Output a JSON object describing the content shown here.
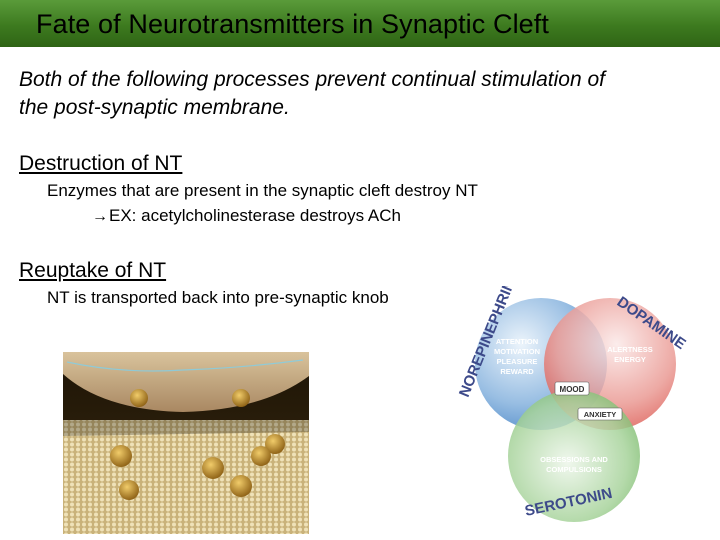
{
  "slide": {
    "title": "Fate of Neurotransmitters in Synaptic Cleft",
    "intro_line1": "Both of the following processes prevent continual stimulation of",
    "intro_line2": "the post-synaptic membrane.",
    "section1": {
      "heading": "Destruction of NT",
      "line1": "Enzymes that are present in the synaptic cleft destroy NT",
      "example_arrow": "→",
      "example": "EX: acetylcholinesterase destroys ACh"
    },
    "section2": {
      "heading": "Reuptake of NT",
      "line1": "NT is transported back into pre-synaptic knob"
    }
  },
  "venn": {
    "norepinephrine": "NOREPINEPHRINE",
    "dopamine": "DOPAMINE",
    "serotonin": "SEROTONIN",
    "ne_text": [
      "ATTENTION",
      "MOTIVATION",
      "PLEASURE",
      "REWARD"
    ],
    "da_text": [
      "ALERTNESS",
      "ENERGY"
    ],
    "mood": "MOOD",
    "anxiety": "ANXIETY",
    "se_text": [
      "OBSESSIONS AND",
      "COMPULSIONS"
    ],
    "colors": {
      "blue": "#3f7fc4",
      "red": "#d94a42",
      "green": "#5daa4c",
      "title_bar": "#3d7a1f"
    }
  }
}
